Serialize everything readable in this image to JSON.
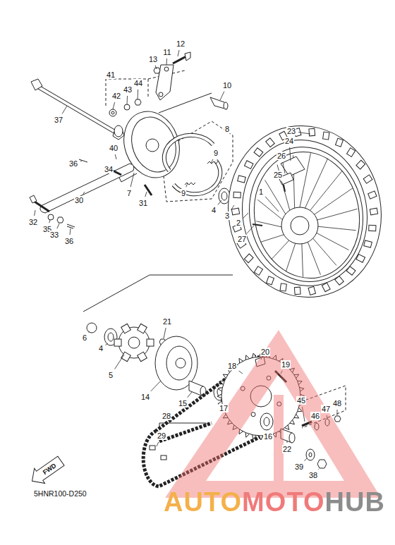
{
  "diagram": {
    "nodes": [
      {
        "text": [
          "FWD"
        ]
      }
    ],
    "labels": [
      "12",
      "11",
      "13",
      "41",
      "42",
      "43",
      "44",
      "10",
      "37",
      "8",
      "23",
      "24",
      "26",
      "9",
      "36",
      "40",
      "34",
      "25",
      "9",
      "7",
      "1",
      "31",
      "4",
      "30",
      "3",
      "2",
      "32",
      "35",
      "33",
      "36",
      "27",
      "6",
      "4",
      "21",
      "20",
      "19",
      "18",
      "5",
      "14",
      "15",
      "17",
      "45",
      "46",
      "47",
      "48",
      "28",
      "29",
      "16",
      "22",
      "39",
      "38",
      "5HNR100-D250",
      "AUTOMOTOHUB"
    ]
  }
}
